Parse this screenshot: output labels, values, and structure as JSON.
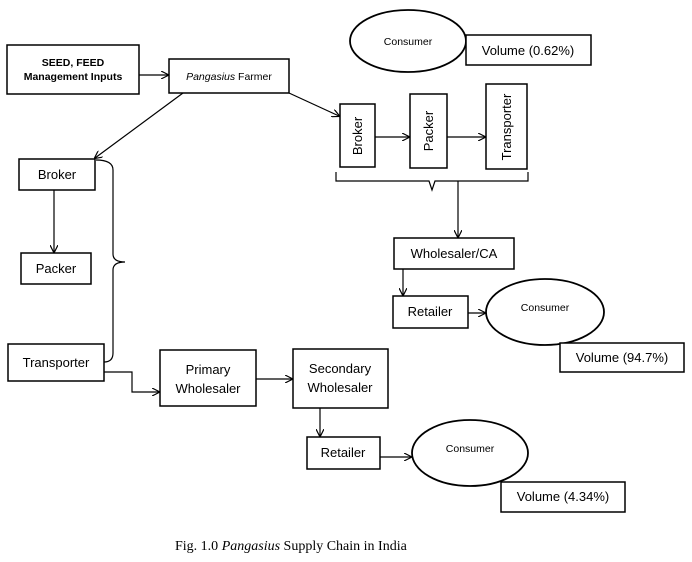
{
  "nodes": {
    "inputs": {
      "line1": "SEED, FEED",
      "line2": "Management Inputs"
    },
    "farmer": {
      "italic": "Pangasius",
      "rest": " Farmer"
    },
    "broker_left": "Broker",
    "packer_left": "Packer",
    "transporter_left": "Transporter",
    "broker_top": "Broker",
    "packer_top": "Packer",
    "transporter_top": "Transporter",
    "wholesaler_ca": "Wholesaler/CA",
    "retailer_mid": "Retailer",
    "primary_wholesaler": {
      "line1": "Primary",
      "line2": "Wholesaler"
    },
    "secondary_wholesaler": {
      "line1": "Secondary",
      "line2": "Wholesaler"
    },
    "retailer_bottom": "Retailer"
  },
  "consumers": {
    "top": {
      "label": "Consumer",
      "volume": "Volume (0.62%)"
    },
    "mid": {
      "label": "Consumer",
      "volume": "Volume (94.7%)"
    },
    "bottom": {
      "label": "Consumer",
      "volume": "Volume (4.34%)"
    }
  },
  "caption": {
    "prefix": "Fig. 1.0 ",
    "italic": "Pangasius",
    "suffix": " Supply Chain in India"
  }
}
